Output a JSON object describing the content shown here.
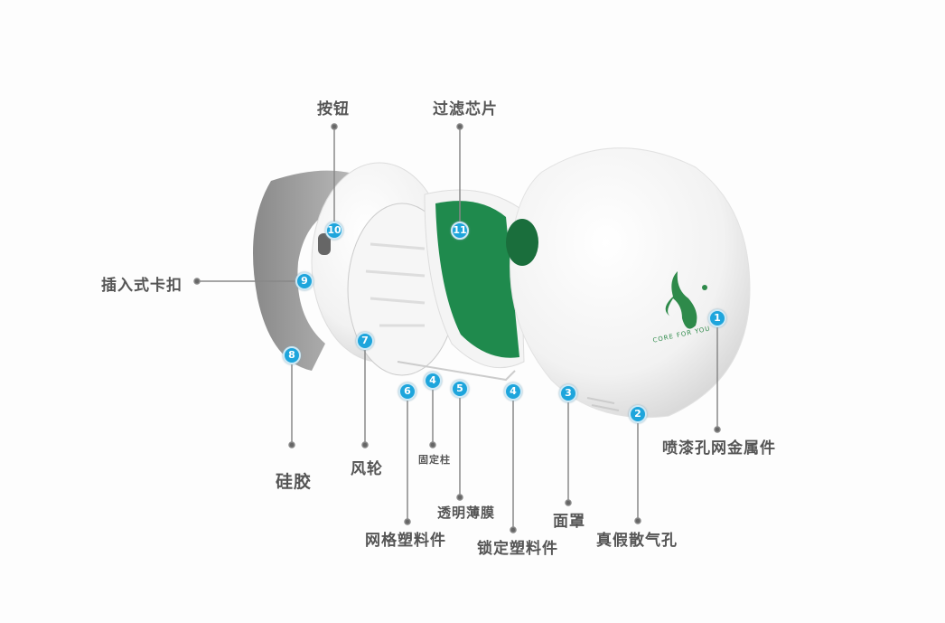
{
  "title": "Mask exploded view",
  "brand": {
    "logo_text": "CORE FOR YOU",
    "color": "#2e8a4a"
  },
  "accent_color": "#1ea5dc",
  "callouts": [
    {
      "number": "1",
      "label": "喷漆孔网金属件"
    },
    {
      "number": "2",
      "label": "真假散气孔"
    },
    {
      "number": "3",
      "label": "面罩"
    },
    {
      "number": "4",
      "label": "锁定塑料件"
    },
    {
      "number": "4",
      "label": "固定柱"
    },
    {
      "number": "5",
      "label": "透明薄膜"
    },
    {
      "number": "6",
      "label": "网格塑料件"
    },
    {
      "number": "7",
      "label": "风轮"
    },
    {
      "number": "8",
      "label": "硅胶"
    },
    {
      "number": "9",
      "label": "插入式卡扣"
    },
    {
      "number": "10",
      "label": "按钮"
    },
    {
      "number": "11",
      "label": "过滤芯片"
    }
  ]
}
